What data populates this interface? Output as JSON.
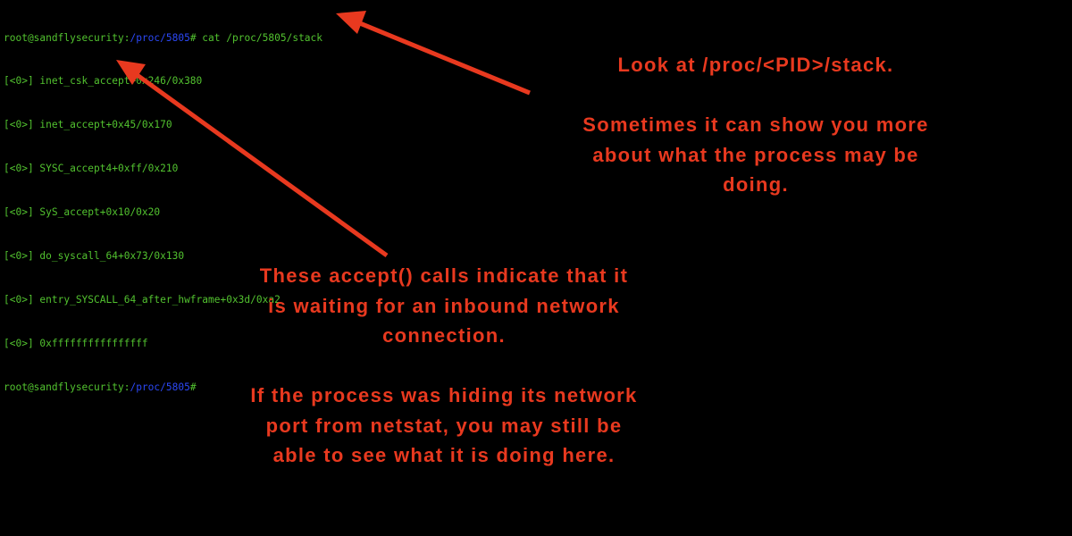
{
  "terminal": {
    "prompt_user": "root@sandflysecurity:",
    "prompt_path": "/proc/5805",
    "prompt_suffix": "# ",
    "command": "cat /proc/5805/stack",
    "output": [
      "[<0>] inet_csk_accept+0x246/0x380",
      "[<0>] inet_accept+0x45/0x170",
      "[<0>] SYSC_accept4+0xff/0x210",
      "[<0>] SyS_accept+0x10/0x20",
      "[<0>] do_syscall_64+0x73/0x130",
      "[<0>] entry_SYSCALL_64_after_hwframe+0x3d/0xa2",
      "[<0>] 0xffffffffffffffff"
    ],
    "final_prompt_suffix": "#",
    "colors": {
      "text": "#52c22f",
      "path": "#2c48f5",
      "background": "#000000"
    }
  },
  "annotations": {
    "color": "#e8391f",
    "top_right": {
      "heading": "Look at /proc/<PID>/stack.",
      "lines": [
        "Sometimes it can show you more",
        "about what the process may be",
        "doing."
      ]
    },
    "center": {
      "para1": [
        "These accept() calls indicate that it",
        "is waiting for an inbound network",
        "connection."
      ],
      "para2": [
        "If the process was hiding its network",
        "port from netstat, you may still be",
        "able to see what it is doing here."
      ]
    },
    "arrows": [
      "arrow-to-command",
      "arrow-to-accept-calls"
    ]
  }
}
